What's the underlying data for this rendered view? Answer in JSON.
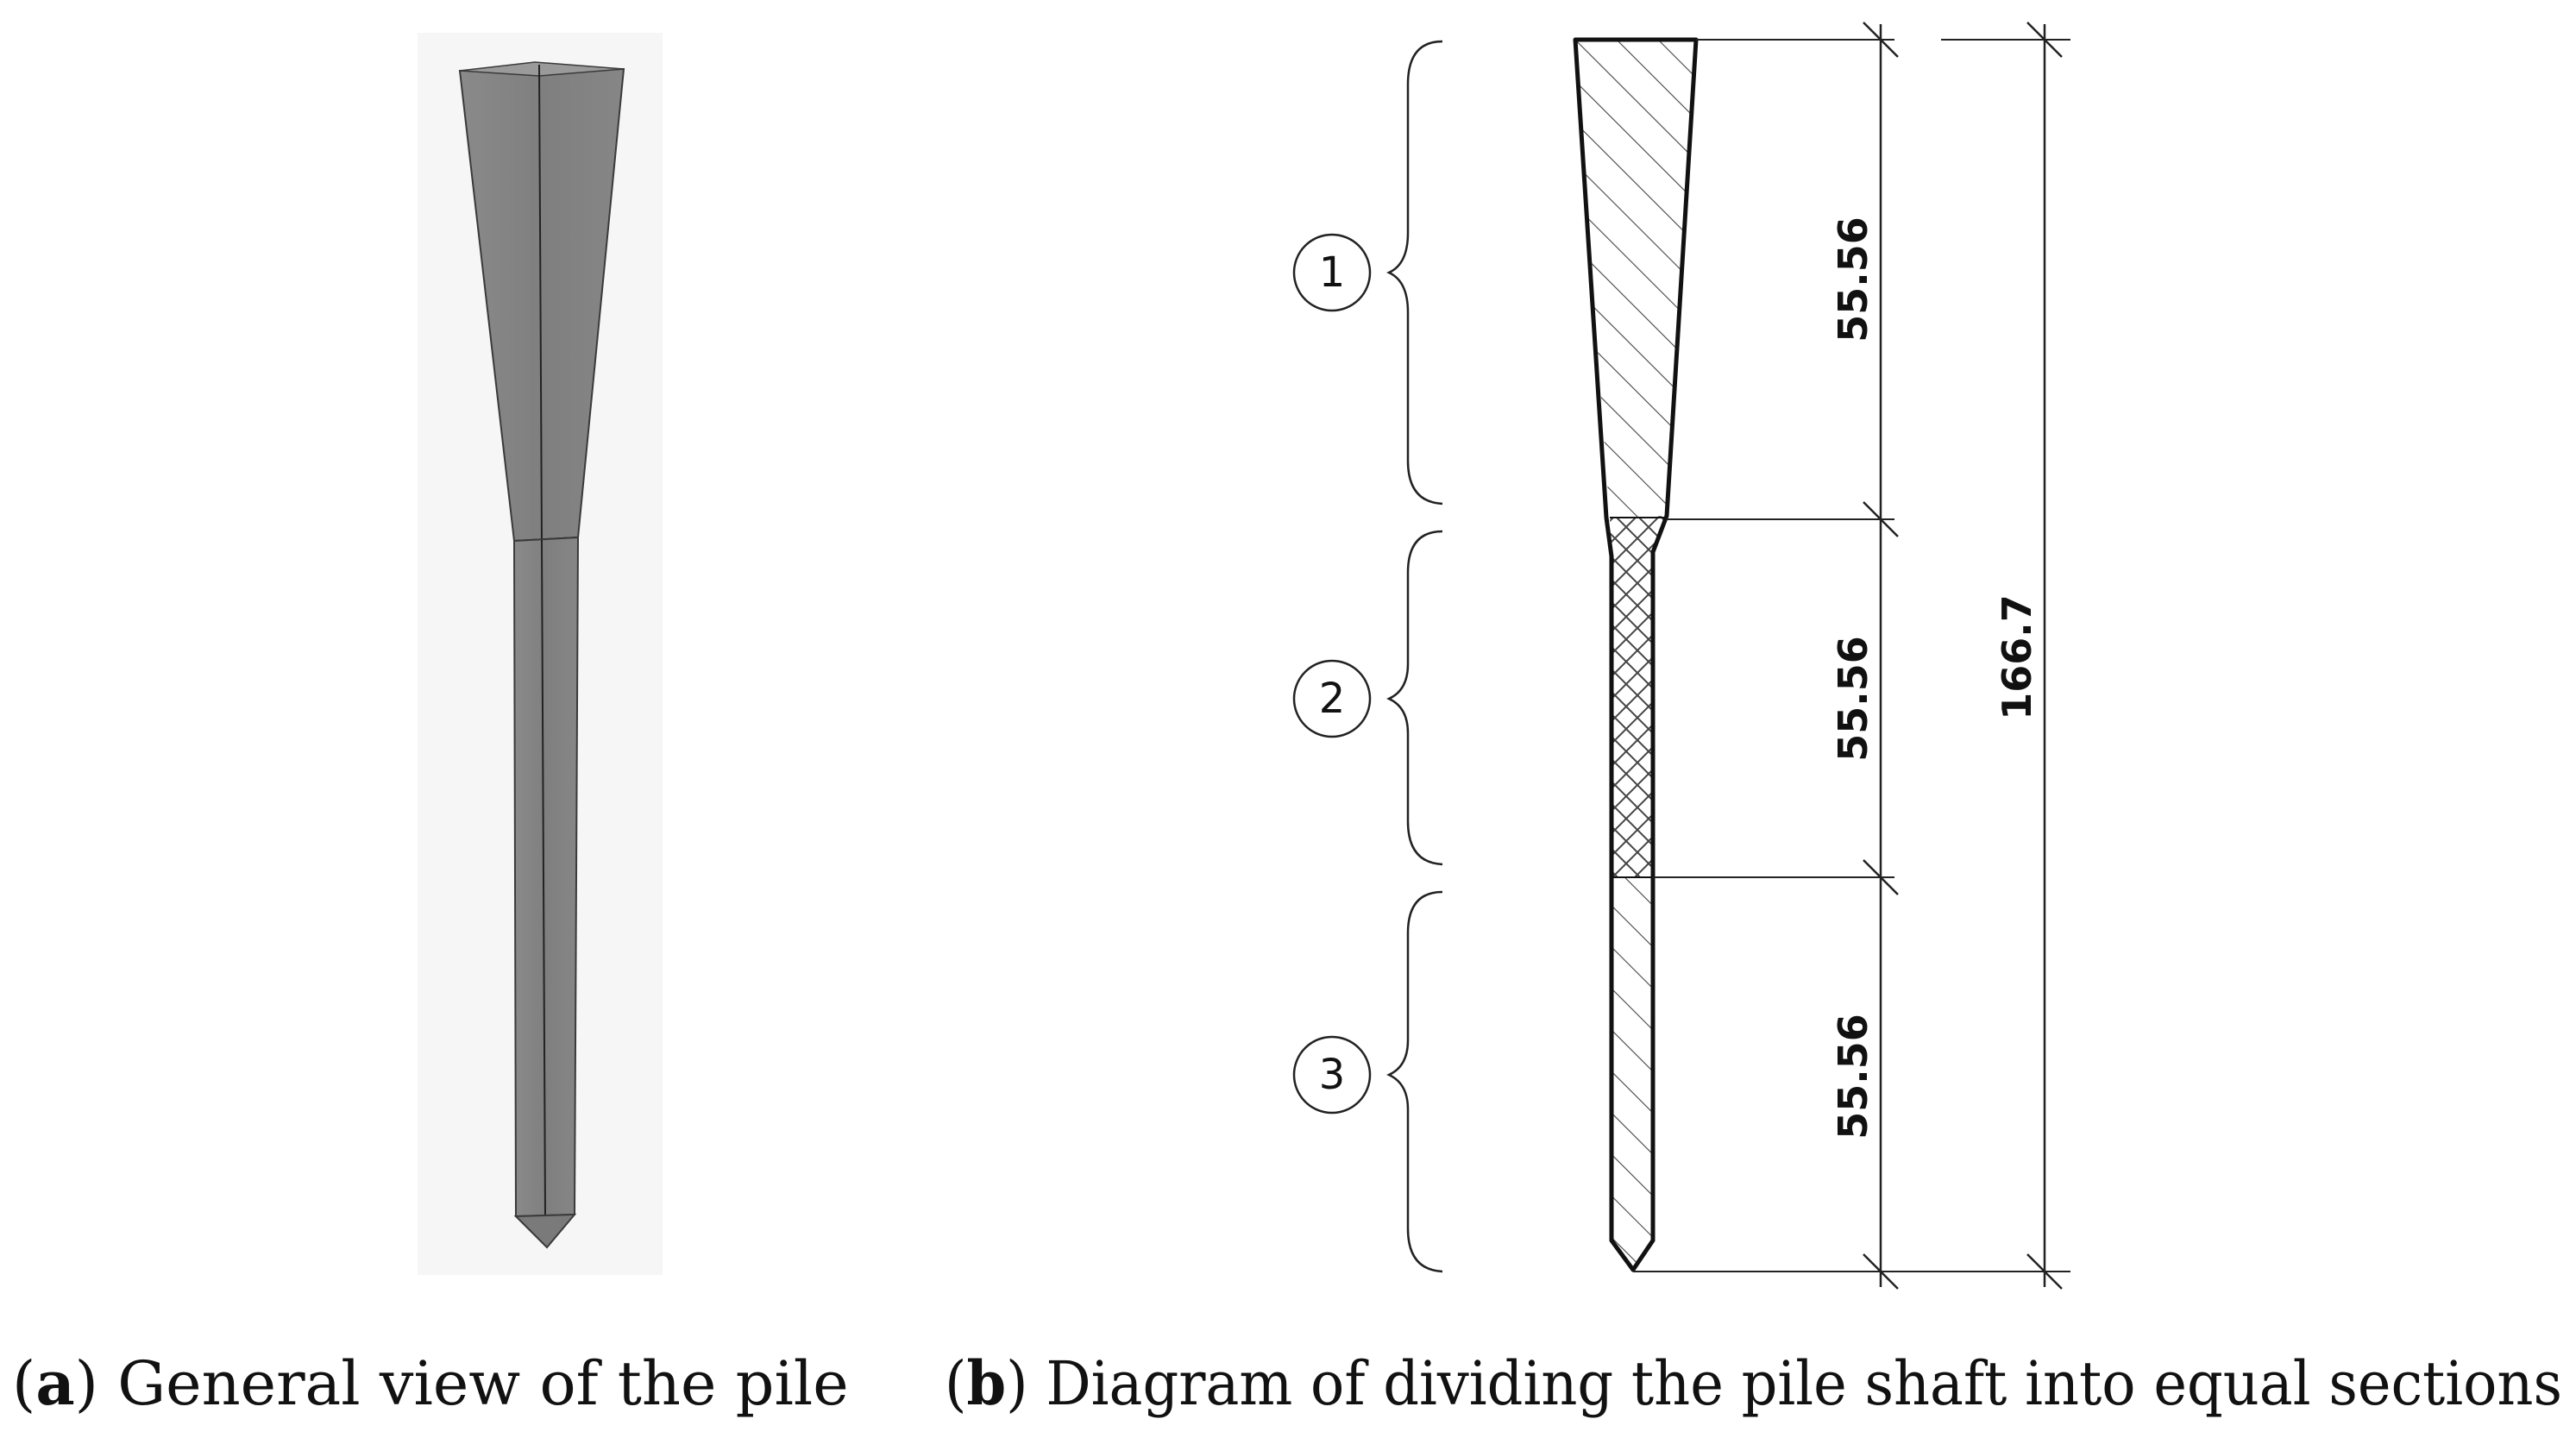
{
  "panel_a": {
    "letter": "a",
    "caption": "General view of the pile"
  },
  "panel_b": {
    "letter": "b",
    "caption": "Diagram of dividing the pile shaft into equal sections",
    "section_numbers": [
      "1",
      "2",
      "3"
    ],
    "section_lengths": [
      "55.56",
      "55.56",
      "55.56"
    ],
    "total_length": "166.7"
  },
  "colors": {
    "pile_fill": "#808080",
    "pile_edge": "#3a3a3a",
    "line": "#111111"
  }
}
